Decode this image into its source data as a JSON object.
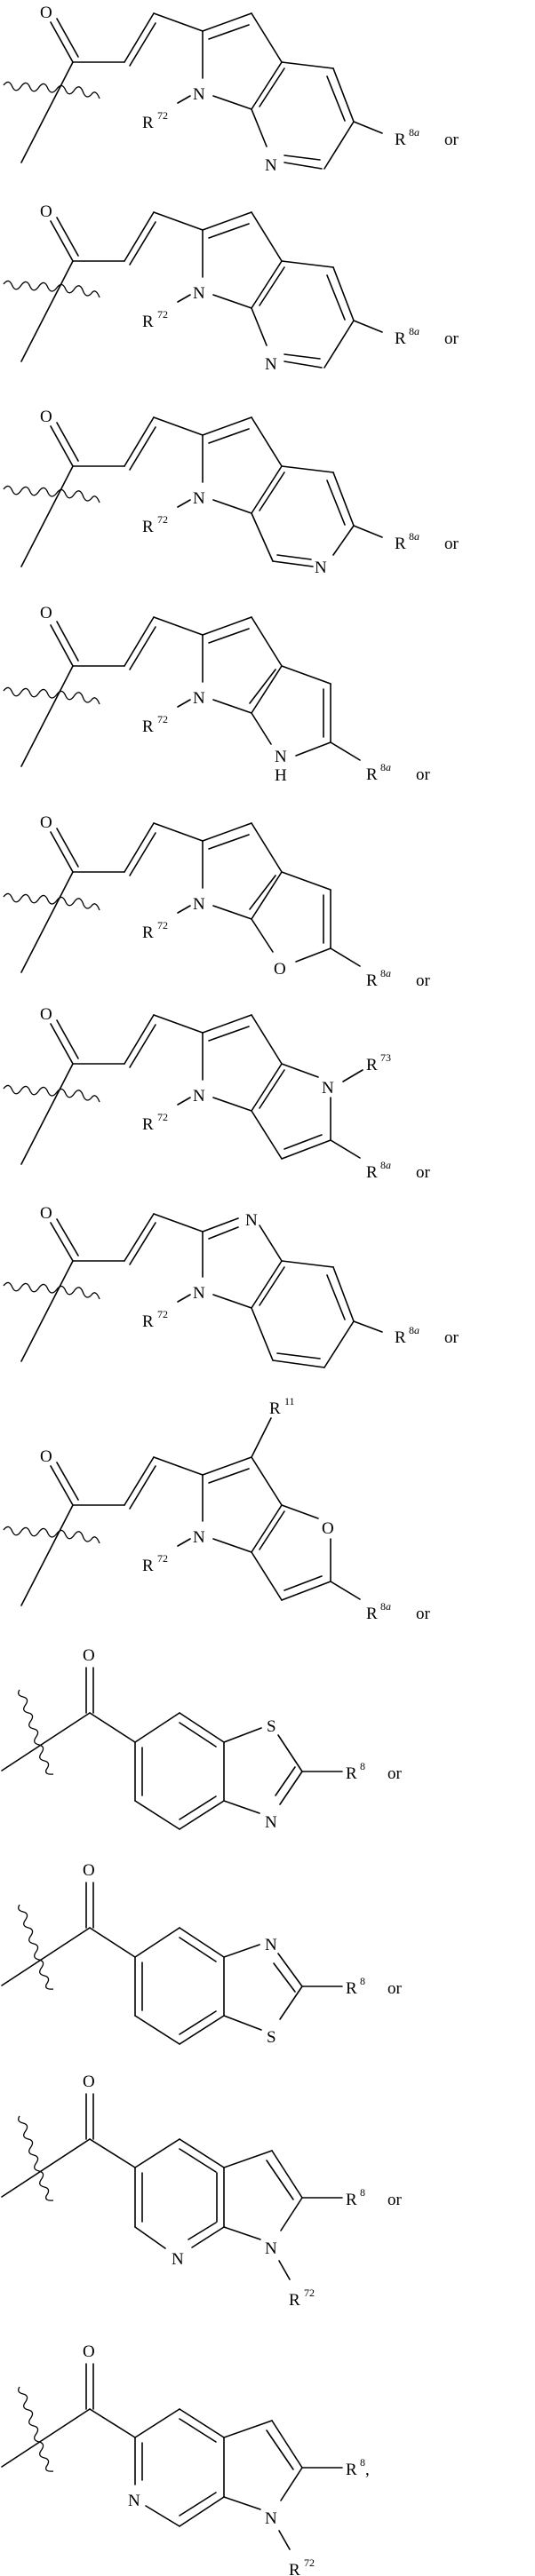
{
  "figure": {
    "description": "Patent chemical structure listing of acyl substituent alternatives",
    "structures": [
      {
        "id": 1,
        "core": "1-R72-pyrrolo[2,3-b]pyridine vinyl ketone",
        "labels": {
          "carbonyl_O": "O",
          "n_pyrrole": "N",
          "r_n": "R",
          "r_n_sup": "72",
          "n_ring": "N",
          "r_sub": "R",
          "r_sub_sup": "8",
          "r_sub_sup_it": "a",
          "conj": "or"
        }
      },
      {
        "id": 2,
        "core": "1-R72-pyrrolo[2,3-b]pyridine vinyl ketone",
        "labels": {
          "carbonyl_O": "O",
          "n_pyrrole": "N",
          "r_n": "R",
          "r_n_sup": "72",
          "n_ring": "N",
          "r_sub": "R",
          "r_sub_sup": "8",
          "r_sub_sup_it": "a",
          "conj": "or"
        }
      },
      {
        "id": 3,
        "core": "1-R72-pyrrolo[2,3-c]pyridine vinyl ketone",
        "labels": {
          "carbonyl_O": "O",
          "n_pyrrole": "N",
          "r_n": "R",
          "r_n_sup": "72",
          "n_ring": "N",
          "r_sub": "R",
          "r_sub_sup": "8",
          "r_sub_sup_it": "a",
          "conj": "or"
        }
      },
      {
        "id": 4,
        "core": "1-R72-1,6-dihydropyrrolo[2,3-b]pyrrole vinyl ketone",
        "labels": {
          "carbonyl_O": "O",
          "n_pyrrole": "N",
          "r_n": "R",
          "r_n_sup": "72",
          "n_ring": "N",
          "n_ring_h": "H",
          "r_sub": "R",
          "r_sub_sup": "8",
          "r_sub_sup_it": "a",
          "conj": "or"
        }
      },
      {
        "id": 5,
        "core": "6-R72-furo[2,3-b]pyrrole vinyl ketone",
        "labels": {
          "carbonyl_O": "O",
          "n_pyrrole": "N",
          "r_n": "R",
          "r_n_sup": "72",
          "o_ring": "O",
          "r_sub": "R",
          "r_sub_sup": "8",
          "r_sub_sup_it": "a",
          "conj": "or"
        }
      },
      {
        "id": 6,
        "core": "1-R72-4-R73-pyrrolo[3,2-b]pyrrole vinyl ketone",
        "labels": {
          "carbonyl_O": "O",
          "n_pyrrole": "N",
          "r_n": "R",
          "r_n_sup": "72",
          "n_ring": "N",
          "r_n2": "R",
          "r_n2_sup": "73",
          "r_sub": "R",
          "r_sub_sup": "8",
          "r_sub_sup_it": "a",
          "conj": "or"
        }
      },
      {
        "id": 7,
        "core": "1-R72-benzimidazole vinyl ketone",
        "labels": {
          "carbonyl_O": "O",
          "n_imine": "N",
          "n_pyrrole": "N",
          "r_n": "R",
          "r_n_sup": "72",
          "r_sub": "R",
          "r_sub_sup": "8",
          "r_sub_sup_it": "a",
          "conj": "or"
        }
      },
      {
        "id": 8,
        "core": "4-R72-6-R11-furo[3,2-b]pyrrole vinyl ketone",
        "labels": {
          "carbonyl_O": "O",
          "r_top": "R",
          "r_top_sup": "11",
          "n_pyrrole": "N",
          "r_n": "R",
          "r_n_sup": "72",
          "o_ring": "O",
          "r_sub": "R",
          "r_sub_sup": "8",
          "r_sub_sup_it": "a",
          "conj": "or"
        }
      },
      {
        "id": 9,
        "core": "2-R8-benzothiazol-6-yl ketone",
        "labels": {
          "carbonyl_O": "O",
          "s_ring": "S",
          "n_ring": "N",
          "r_sub": "R",
          "r_sub_sup": "8",
          "conj": "or"
        }
      },
      {
        "id": 10,
        "core": "2-R8-benzothiazol-5-yl ketone",
        "labels": {
          "carbonyl_O": "O",
          "n_ring": "N",
          "s_ring": "S",
          "r_sub": "R",
          "r_sub_sup": "8",
          "conj": "or"
        }
      },
      {
        "id": 11,
        "core": "1-R72-2-R8-pyrrolo[2,3-b]pyridin-5-yl ketone",
        "labels": {
          "carbonyl_O": "O",
          "n_pyridine": "N",
          "n_pyrrole": "N",
          "r_sub": "R",
          "r_sub_sup": "8",
          "r_n": "R",
          "r_n_sup": "72",
          "conj": "or"
        }
      },
      {
        "id": 12,
        "core": "1-R72-2-R8-pyrrolo[2,3-c]pyridin-5-yl ketone",
        "labels": {
          "carbonyl_O": "O",
          "n_pyridine": "N",
          "n_pyrrole": "N",
          "r_sub": "R",
          "r_sub_sup": "8",
          "r_sub_trail": ",",
          "r_n": "R",
          "r_n_sup": "72"
        }
      }
    ]
  }
}
